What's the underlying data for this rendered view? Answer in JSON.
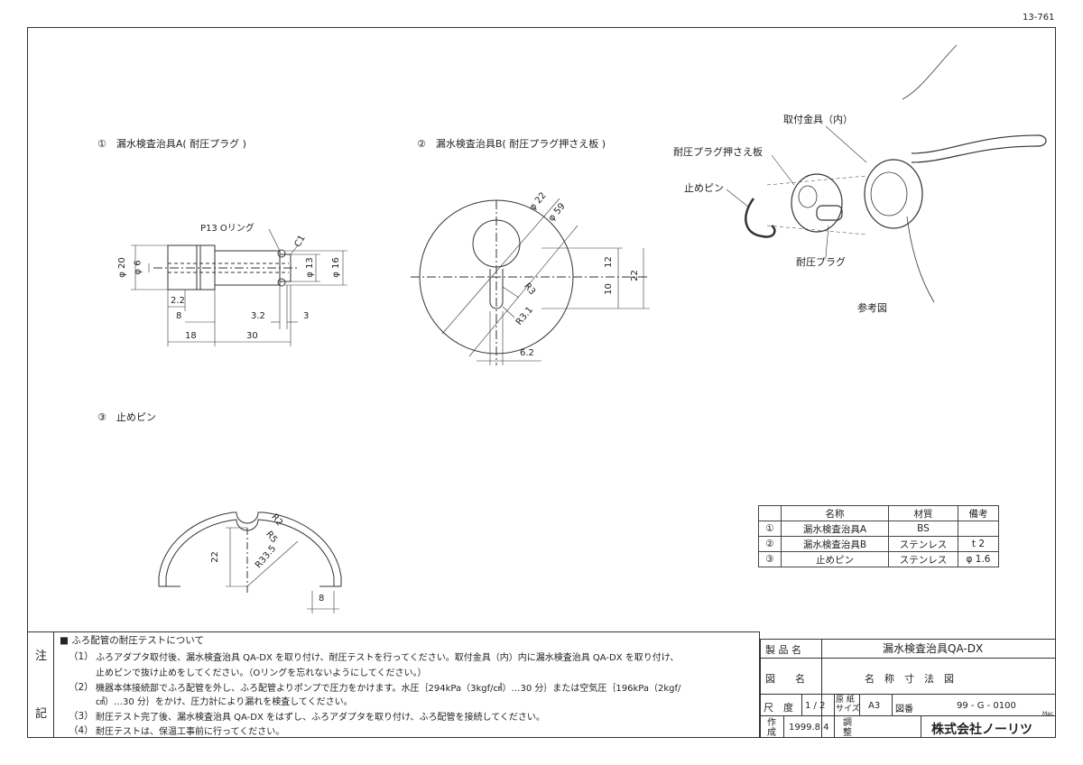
{
  "page_number": "13-761",
  "figures": {
    "fig1_label": "①　漏水検査治具A( 耐圧プラグ )",
    "fig2_label": "②　漏水検査治具B( 耐圧プラグ押さえ板 )",
    "fig3_label": "③　止めピン"
  },
  "fig1_dims": {
    "oring": "P13 Oリング",
    "c1": "C1",
    "phi20": "φ 20",
    "phi6": "φ 6",
    "phi13": "φ 13",
    "phi16": "φ 16",
    "d2_2": "2.2",
    "d8": "8",
    "d3_2": "3.2",
    "d3": "3",
    "d18": "18",
    "d30": "30"
  },
  "fig2_dims": {
    "phi22": "φ 22",
    "phi59": "φ 59",
    "d12": "12",
    "d22": "22",
    "d10": "10",
    "r3": "R3",
    "r3_1": "R3.1",
    "d6_2": "6.2"
  },
  "fig3_dims": {
    "r2": "R2",
    "r5": "R5",
    "r33_5": "R33.5",
    "d22": "22",
    "d8": "8"
  },
  "reference": {
    "mount": "取付金具（内）",
    "plate": "耐圧プラグ押さえ板",
    "pin": "止めピン",
    "plug": "耐圧プラグ",
    "caption": "参考図"
  },
  "parts_table": {
    "headers": [
      "",
      "名称",
      "材質",
      "備考"
    ],
    "rows": [
      [
        "①",
        "漏水検査治具A",
        "BS",
        ""
      ],
      [
        "②",
        "漏水検査治具B",
        "ステンレス",
        "t 2"
      ],
      [
        "③",
        "止めピン",
        "ステンレス",
        "φ 1.6"
      ]
    ]
  },
  "notes": {
    "side_top": "注",
    "side_bottom": "記",
    "title": "■ ふろ配管の耐圧テストについて",
    "lines": [
      [
        "（1）",
        "ふろアダプタ取付後、漏水検査治具 QA-DX を取り付け、耐圧テストを行ってください。取付金具（内）内に漏水検査治具 QA-DX を取り付け、"
      ],
      [
        "",
        "止めピンで抜け止めをしてください。（Oリングを忘れないようにしてください。）"
      ],
      [
        "（2）",
        "機器本体接続部でふろ配管を外し、ふろ配管よりポンプで圧力をかけます。水圧｛294kPa（3kgf/㎠）…30 分｝または空気圧｛196kPa（2kgf/"
      ],
      [
        "",
        "㎠）…30 分｝をかけ、圧力計により漏れを検査してください。"
      ],
      [
        "（3）",
        "耐圧テスト完了後、漏水検査治具 QA-DX をはずし、ふろアダプタを取り付け、ふろ配管を接続してください。"
      ],
      [
        "（4）",
        "耐圧テストは、保温工事前に行ってください。"
      ]
    ]
  },
  "title_block": {
    "product_label": "製 品 名",
    "product_value": "漏水検査治具QA-DX",
    "drawing_label": "図　　名",
    "drawing_value": "名　称　寸　法　図",
    "scale_label": "尺　度",
    "scale_value": "1 / 2",
    "paper_label": "原 紙\nサイズ",
    "paper_value": "A3",
    "number_label": "図番",
    "number_value": "99 - G - 0100",
    "mac": "Mac",
    "made_label": "作\n成",
    "date": "1999.8.4",
    "adjust_label": "調\n整",
    "company": "株式会社ノーリツ"
  }
}
